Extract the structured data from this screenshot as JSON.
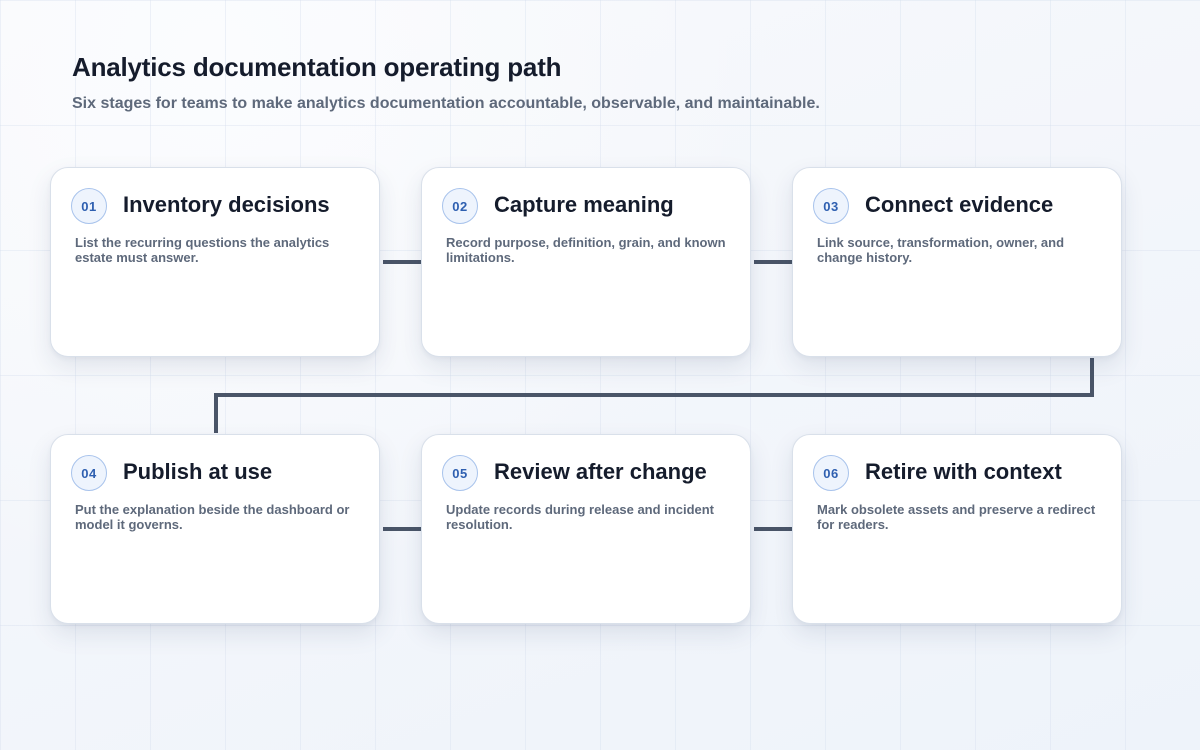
{
  "page": {
    "title": "Analytics documentation operating path",
    "subtitle": "Six stages for teams to make analytics documentation accountable, observable, and maintainable."
  },
  "stages": [
    {
      "number": "01",
      "title": "Inventory decisions",
      "description": "List the recurring questions the analytics estate must answer."
    },
    {
      "number": "02",
      "title": "Capture meaning",
      "description": "Record purpose, definition, grain, and known limitations."
    },
    {
      "number": "03",
      "title": "Connect evidence",
      "description": "Link source, transformation, owner, and change history."
    },
    {
      "number": "04",
      "title": "Publish at use",
      "description": "Put the explanation beside the dashboard or model it governs."
    },
    {
      "number": "05",
      "title": "Review after change",
      "description": "Update records during release and incident resolution."
    },
    {
      "number": "06",
      "title": "Retire with context",
      "description": "Mark obsolete assets and preserve a redirect for readers."
    }
  ],
  "colors": {
    "connector": "#4a5568",
    "badge_text": "#2e5fb0",
    "title_text": "#151c2c",
    "body_text": "#5e697b"
  }
}
